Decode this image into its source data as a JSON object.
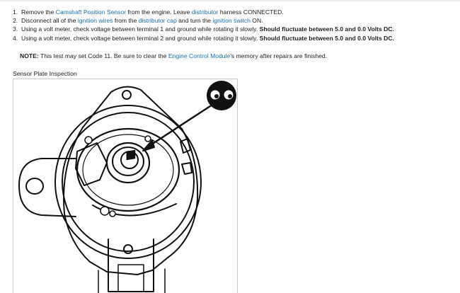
{
  "steps": [
    {
      "num": "1.",
      "parts": [
        "Remove the ",
        "Camshaft Position Sensor",
        " from the engine. Leave ",
        "distributor",
        " harness CONNECTED."
      ]
    },
    {
      "num": "2.",
      "parts": [
        "Disconnect all of the ",
        "ignition wires",
        " from the ",
        "distributor cap",
        " and turn the ",
        "ignition switch",
        " ON."
      ]
    },
    {
      "num": "3.",
      "text": "Using a volt meter, check voltage between terminal 1 and ground while rotating it slowly. ",
      "bold": "Should fluctuate between 5.0 and 0.0 Volts DC."
    },
    {
      "num": "4.",
      "text": "Using a volt meter, check voltage between terminal 2 and ground while rotating it slowly. ",
      "bold": "Should fluctuate between 5.0 and 0.0 Volts DC."
    }
  ],
  "note": {
    "label": "NOTE:",
    "text1": " This test may set Code 11. Be sure to clear the ",
    "link": "Engine Control Module",
    "text2": "'s memory after repairs are finished."
  },
  "figure": {
    "caption": "Sensor Plate Inspection"
  },
  "colors": {
    "link": "#1a6fb5",
    "text": "#222222",
    "border": "#c9c9c9"
  }
}
